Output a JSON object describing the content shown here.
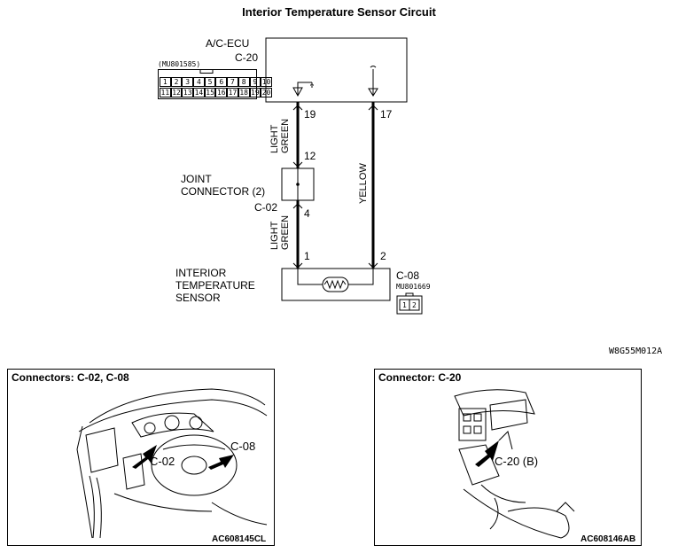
{
  "title": "Interior Temperature Sensor Circuit",
  "ecu": {
    "name": "A/C-ECU",
    "connector": "C-20",
    "part_no": "(MU801585)",
    "pins_row1": [
      "1",
      "2",
      "3",
      "4",
      "5",
      "6",
      "7",
      "8",
      "9",
      "10"
    ],
    "pins_row2": [
      "11",
      "12",
      "13",
      "14",
      "15",
      "16",
      "17",
      "18",
      "19",
      "20"
    ]
  },
  "wires": {
    "left_upper_color": "LIGHT GREEN",
    "left_lower_color": "LIGHT GREEN",
    "right_color": "YELLOW"
  },
  "pins": {
    "ecu_left": "19",
    "ecu_right": "17",
    "joint_top": "12",
    "joint_bottom": "4",
    "sensor_left": "1",
    "sensor_right": "2"
  },
  "joint": {
    "line1": "JOINT",
    "line2": "CONNECTOR (2)",
    "connector": "C-02"
  },
  "sensor": {
    "line1": "INTERIOR",
    "line2": "TEMPERATURE",
    "line3": "SENSOR",
    "connector": "C-08",
    "part_no": "MU801669",
    "pins": [
      "1",
      "2"
    ]
  },
  "diagram_code": "W8G55M012A",
  "panel_left": {
    "title": "Connectors: C-02, C-08",
    "callout_a": "C-02",
    "callout_b": "C-08",
    "code": "AC608145CL"
  },
  "panel_right": {
    "title": "Connector: C-20",
    "callout": "C-20 (B)",
    "code": "AC608146AB"
  }
}
